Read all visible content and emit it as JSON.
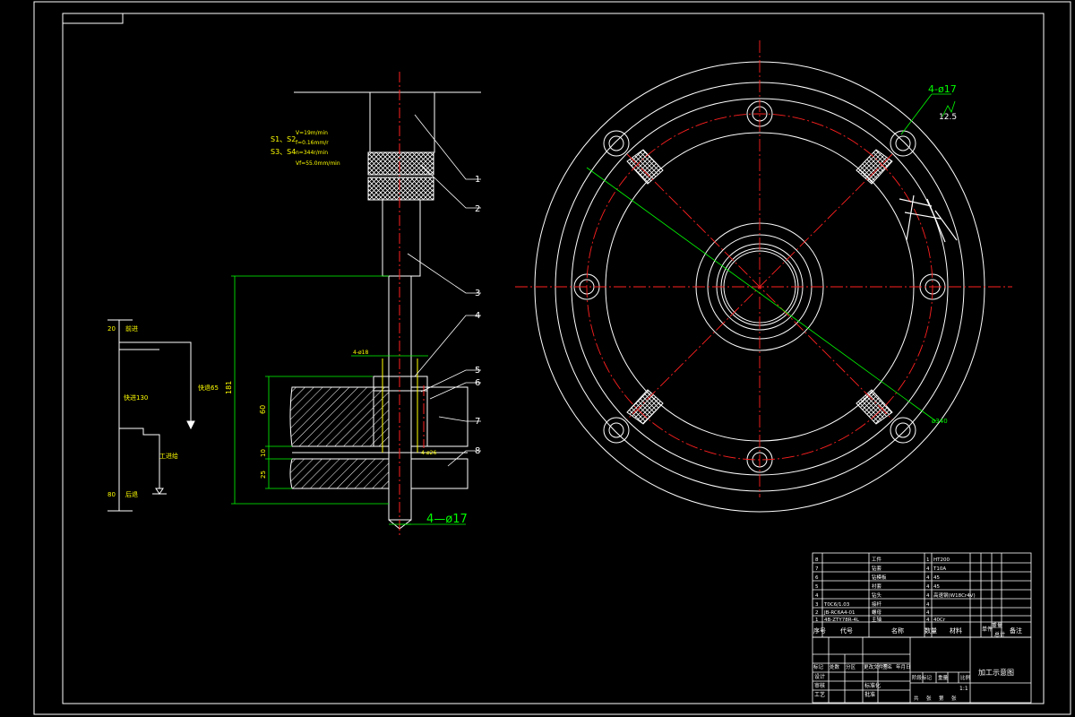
{
  "drawing": {
    "hole_callout_side": "4—ø17",
    "hole_callout_top": "4-ø17",
    "roughness_value": "12.5",
    "diameter_callout": "ø340",
    "part_numbers": [
      "1",
      "2",
      "3",
      "4",
      "5",
      "6",
      "7",
      "8"
    ],
    "feed_params_left": [
      "S1、S2",
      "S3、S4"
    ],
    "feed_params_right": [
      "V=19m/min",
      "f=0.16mm/r",
      "n=344r/min",
      "Vf=55.0mm/min"
    ],
    "dims": {
      "overall": "181",
      "upper": "60",
      "gap": "10",
      "lower": "25",
      "sleeve_top": "4-ø18",
      "sleeve_bottom": "4-ø26"
    },
    "cycle": {
      "top_value": "20",
      "top_label": "前进",
      "bottom_value": "80",
      "bottom_label": "后退",
      "stroke_label": "快进130",
      "fast_label": "快退65",
      "work_label": "工进给"
    },
    "title_label": "加工示意图"
  },
  "bom": {
    "rows": [
      {
        "no": "8",
        "code": "",
        "name": "工件",
        "qty": "1",
        "material": "HT200"
      },
      {
        "no": "7",
        "code": "",
        "name": "钻套",
        "qty": "4",
        "material": "T10A"
      },
      {
        "no": "6",
        "code": "",
        "name": "钻模板",
        "qty": "4",
        "material": "45"
      },
      {
        "no": "5",
        "code": "",
        "name": "衬套",
        "qty": "4",
        "material": "45"
      },
      {
        "no": "4",
        "code": "",
        "name": "钻头",
        "qty": "4",
        "material": "高速钢(W18Cr4V)"
      },
      {
        "no": "3",
        "code": "T0C6/1.03",
        "name": "接杆",
        "qty": "4",
        "material": ""
      },
      {
        "no": "2",
        "code": "JB-RC6A4-01",
        "name": "螺母",
        "qty": "4",
        "material": ""
      },
      {
        "no": "1",
        "code": "4B-ZTY78R-4L",
        "name": "主轴",
        "qty": "4",
        "material": "40Cr"
      }
    ],
    "headers": [
      "序号",
      "代号",
      "名称",
      "数量",
      "材料",
      "单件",
      "总计",
      "备注"
    ],
    "weight_label": "重量"
  },
  "title_block": {
    "row_labels": [
      "标记",
      "处数",
      "分区",
      "更改文件号",
      "签名",
      "年月日"
    ],
    "left_labels": [
      "设计",
      "审核",
      "工艺"
    ],
    "mid_labels": [
      "标准化",
      "批准"
    ],
    "stage_labels": [
      "阶段标记",
      "重量",
      "比例"
    ],
    "sheet_labels": [
      "共",
      "张",
      "第",
      "张"
    ],
    "scale": "1:1"
  }
}
